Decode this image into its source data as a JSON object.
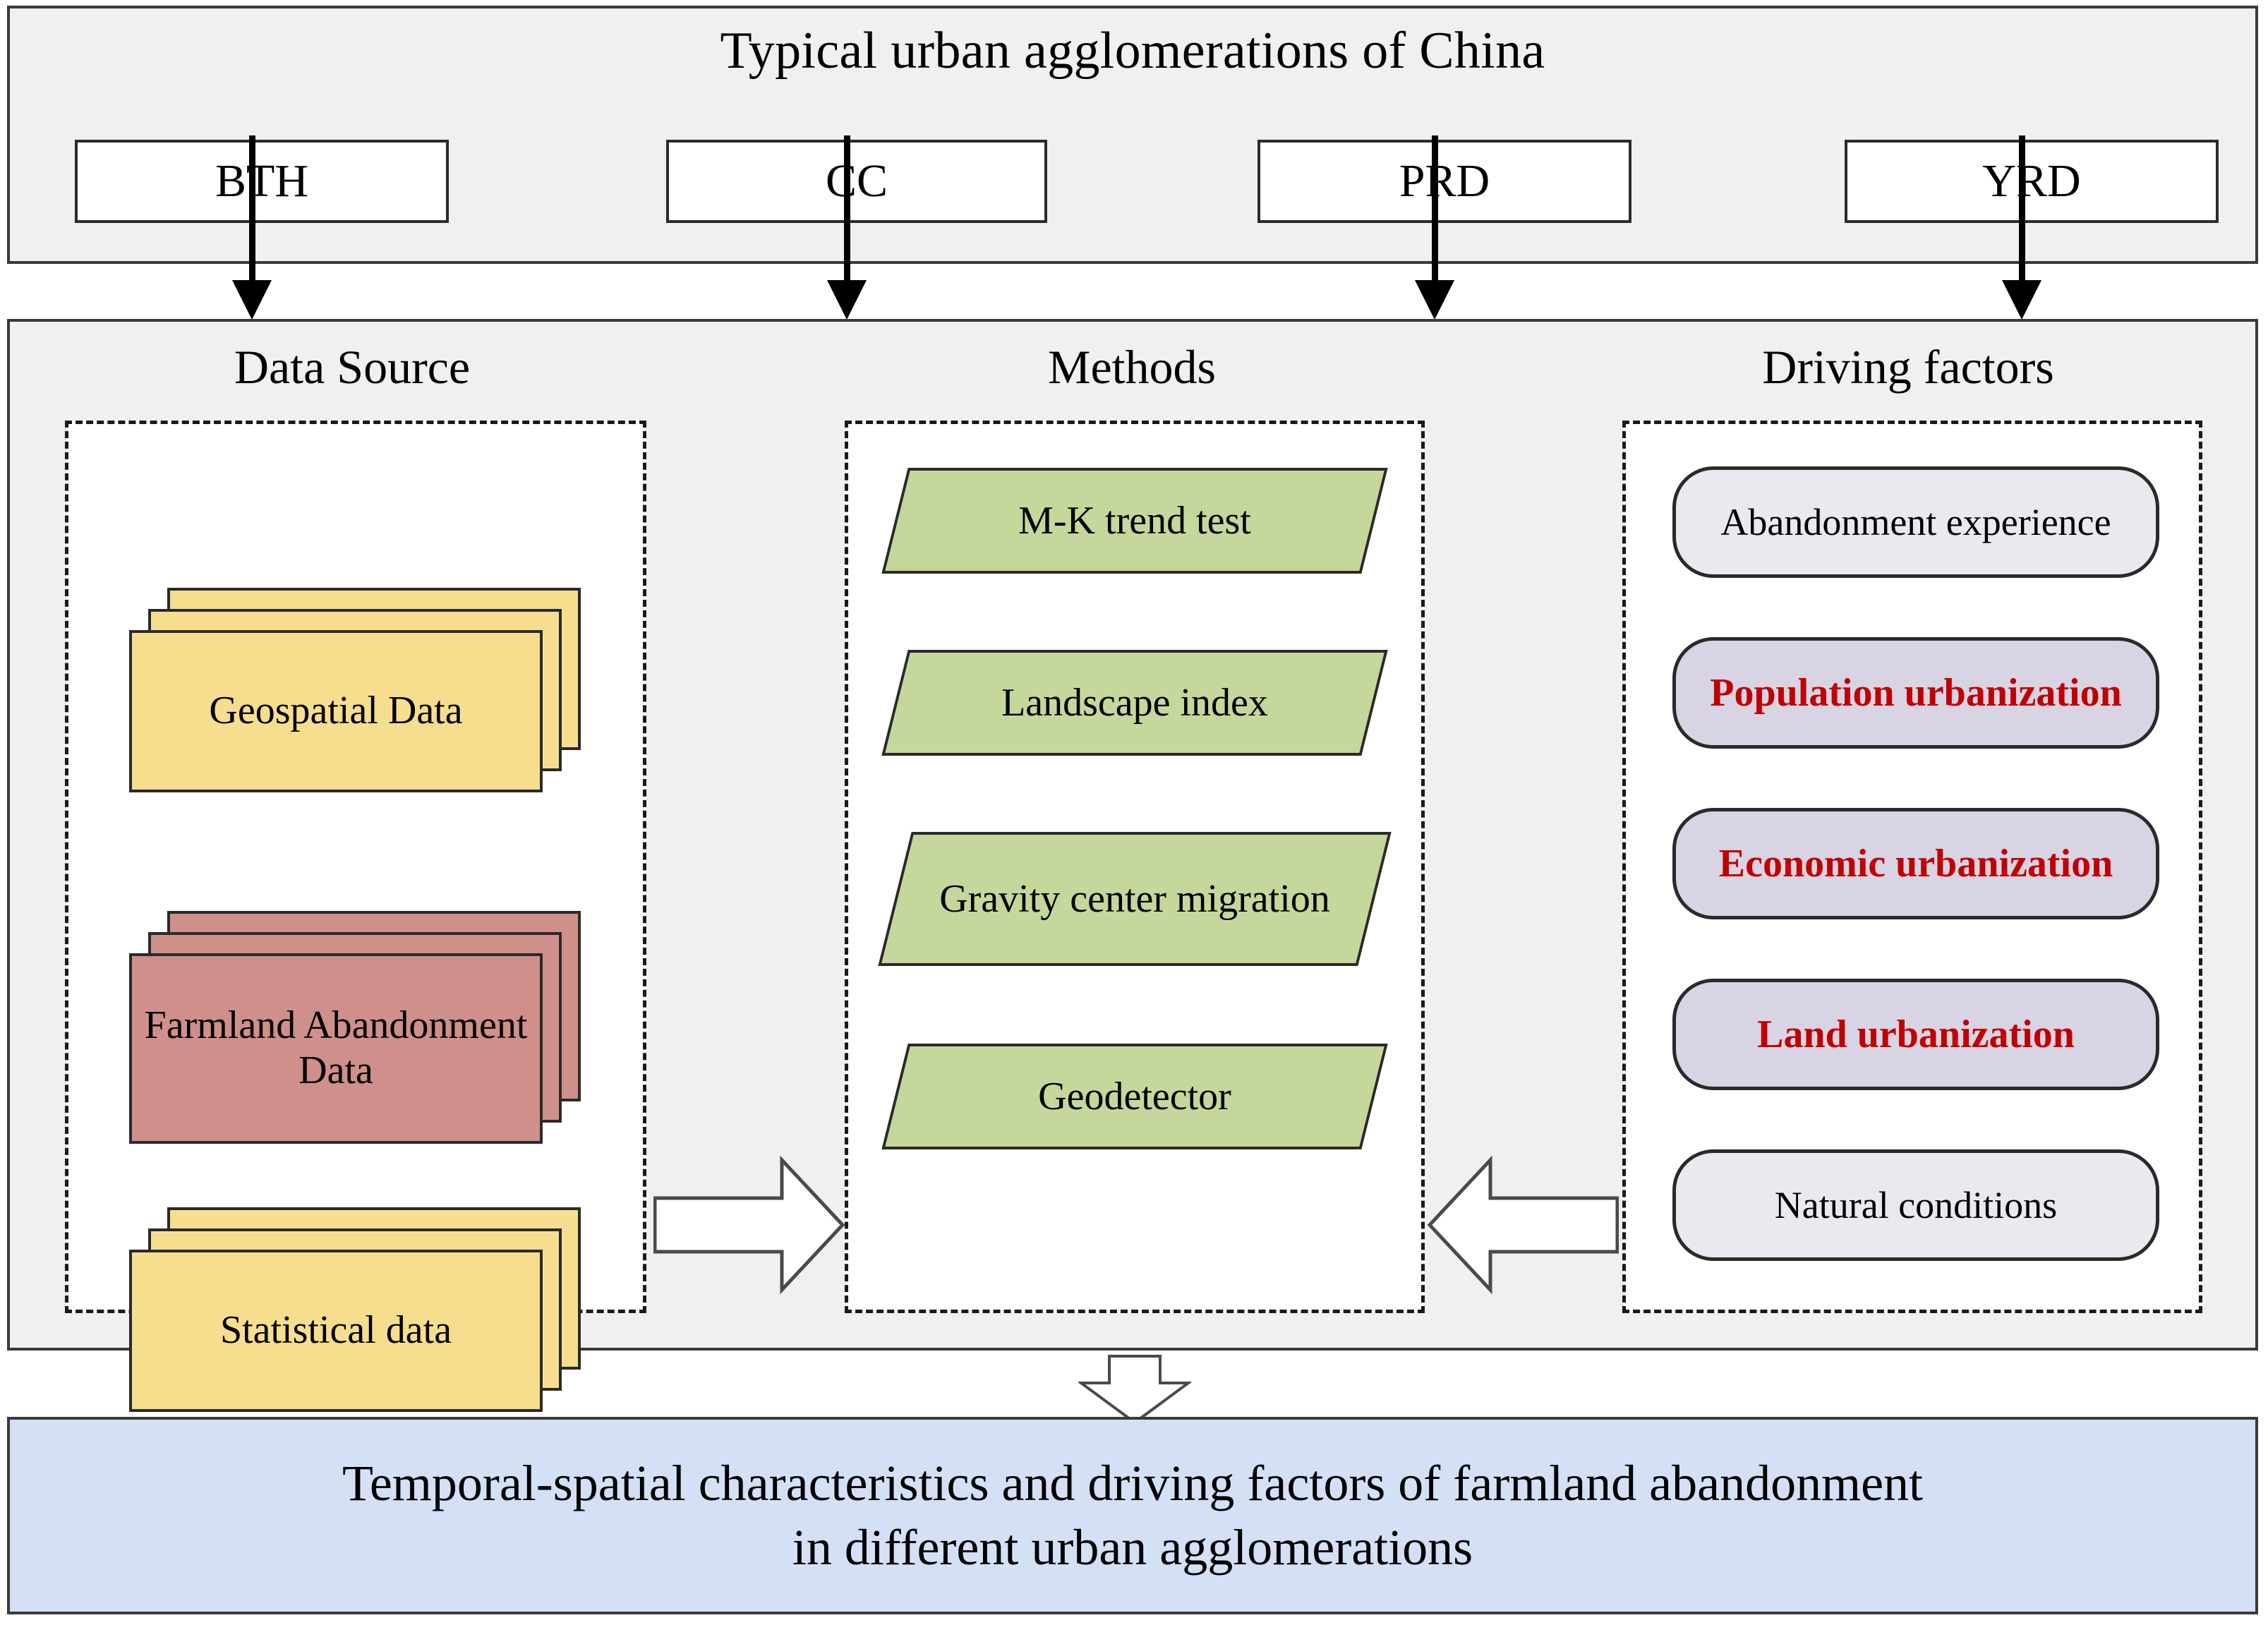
{
  "top": {
    "title": "Typical urban agglomerations of China",
    "regions": [
      {
        "label": "BTH"
      },
      {
        "label": "CC"
      },
      {
        "label": "PRD"
      },
      {
        "label": "YRD"
      }
    ]
  },
  "main": {
    "columns": {
      "data_source": {
        "title": "Data Source",
        "items": [
          {
            "label": "Geospatial Data",
            "color": "#f7de8f"
          },
          {
            "label": "Farmland Abandonment Data",
            "color": "#cf8f8a"
          },
          {
            "label": "Statistical data",
            "color": "#f7de8f"
          }
        ]
      },
      "methods": {
        "title": "Methods",
        "items": [
          {
            "label": "M-K trend test"
          },
          {
            "label": "Landscape index"
          },
          {
            "label": "Gravity center migration"
          },
          {
            "label": "Geodetector"
          }
        ],
        "color": "#c5d79b"
      },
      "driving_factors": {
        "title": "Driving factors",
        "items": [
          {
            "label": "Abandonment experience",
            "highlighted": false
          },
          {
            "label": "Population urbanization",
            "highlighted": true
          },
          {
            "label": "Economic urbanization",
            "highlighted": true
          },
          {
            "label": "Land urbanization",
            "highlighted": true
          },
          {
            "label": "Natural conditions",
            "highlighted": false
          }
        ],
        "color_normal": "#ebe9f0",
        "color_highlight": "#d8d4e3",
        "highlight_text_color": "#c00000"
      }
    }
  },
  "banner": {
    "line1": "Temporal-spatial characteristics and driving factors of farmland abandonment",
    "line2": "in different urban agglomerations",
    "color": "#d4e0f5"
  },
  "icons": {
    "arrow_down": "arrow-down-icon",
    "block_arrow_right": "block-arrow-right-icon",
    "block_arrow_left": "block-arrow-left-icon",
    "block_arrow_down": "block-arrow-down-icon"
  }
}
